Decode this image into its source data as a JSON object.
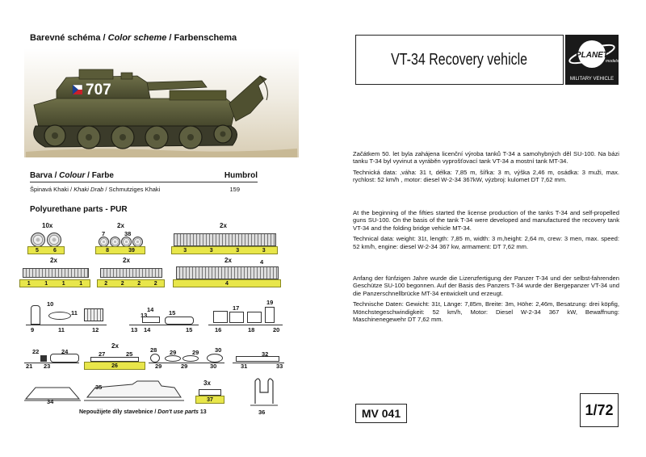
{
  "left": {
    "color_scheme_header": {
      "cz": "Barevné schéma /",
      "en": " Color scheme ",
      "de": "/ Farbenschema"
    },
    "vehicle_number": "707",
    "color_table": {
      "head": {
        "cz": "Barva /",
        "en": " Colour ",
        "de": "/ Farbe",
        "humbrol": "Humbrol"
      },
      "row": {
        "cz": "Špinavá Khaki /",
        "en": " Khaki Drab ",
        "de": "/ Schmutziges Khaki",
        "code": "159"
      }
    },
    "parts_header": "Polyurethane parts - PUR",
    "counts": {
      "c10x": "10x",
      "c2x_a": "2x",
      "c2x_b": "2x",
      "c2x_c": "2x",
      "c2x_d": "2x",
      "c2x_e": "2x",
      "c2x_f": "2x",
      "c3x": "3x"
    },
    "labels": {
      "p5": "5",
      "p6": "6",
      "p7": "7",
      "p38": "38",
      "p8": "8",
      "p39": "39",
      "p3": "3",
      "p1": "1",
      "p2": "2",
      "p4": "4",
      "p9": "9",
      "p10": "10",
      "p11": "11",
      "p12": "12",
      "p13": "13",
      "p14": "14",
      "p15": "15",
      "p16": "16",
      "p17": "17",
      "p18": "18",
      "p19": "19",
      "p20": "20",
      "p21": "21",
      "p22": "22",
      "p23": "23",
      "p24": "24",
      "p25": "25",
      "p26": "26",
      "p27": "27",
      "p28": "28",
      "p29": "29",
      "p30": "30",
      "p31": "31",
      "p32": "32",
      "p33": "33",
      "p34": "34",
      "p35": "35",
      "p36": "36",
      "p37": "37"
    },
    "note": {
      "cz": "Nepoužijete díly stavebnice / ",
      "en": "Don't use parts",
      "num": " 13"
    }
  },
  "right": {
    "title": "VT-34 Recovery vehicle",
    "logo": {
      "brand": "PLANET",
      "sub": "models",
      "caption": "MILITARY VEHICLE"
    },
    "text_cz": [
      "Začátkem 50. let byla zahájena licenční výroba tanků T-34 a samohybných děl SU-100. Na bázi tanku T-34 byl vyvinut a vyráběn vyprošťovací tank VT-34 a mostní tank MT-34.",
      "Technická data: ,váha: 31 t, délka: 7,85 m, šířka: 3 m, výška 2,46 m, osádka: 3 muži, max. rychlost: 52 km/h , motor: diesel W-2-34 367kW, výzbroj: kulomet DT 7,62 mm."
    ],
    "text_en": [
      "At the beginning of the fifties started the license production of the tanks T-34 and self-propelled guns SU-100. On the basis of the tank T-34 were developed and manufactured the recovery tank VT-34 and the folding bridge vehicle MT-34.",
      "Technical data: weight: 31t, length: 7,85 m, width: 3 m,height: 2,64 m, crew: 3 men, max. speed: 52 km/h, engine: diesel W-2-34 367 kw, armament: DT 7,62 mm."
    ],
    "text_de": [
      "Anfang der fünfzigen Jahre wurde die Lizenzfertigung der Panzer T-34 und der selbst-fahrenden Geschütze SU-100 begonnen. Auf der Basis des Panzers T-34 wurde der Bergepanzer VT-34 und die Panzerschnellbrücke MT-34 entwickelt und erzeugt.",
      "Technische Daten: Gewicht: 31t, Länge: 7,85m, Breite: 3m, Höhe: 2,46m, Besatzung: drei köpfig, Mönchstegeschwindigkeit: 52 km/h, Motor: Diesel W-2-34 367 kW, Bewaffnung: Maschinenegewehr DT 7,62 mm."
    ],
    "code": "MV 041",
    "scale": "1/72"
  },
  "colors": {
    "khaki": "#5b5c3a",
    "sprue_yellow": "#e8e64a",
    "border": "#222222"
  }
}
